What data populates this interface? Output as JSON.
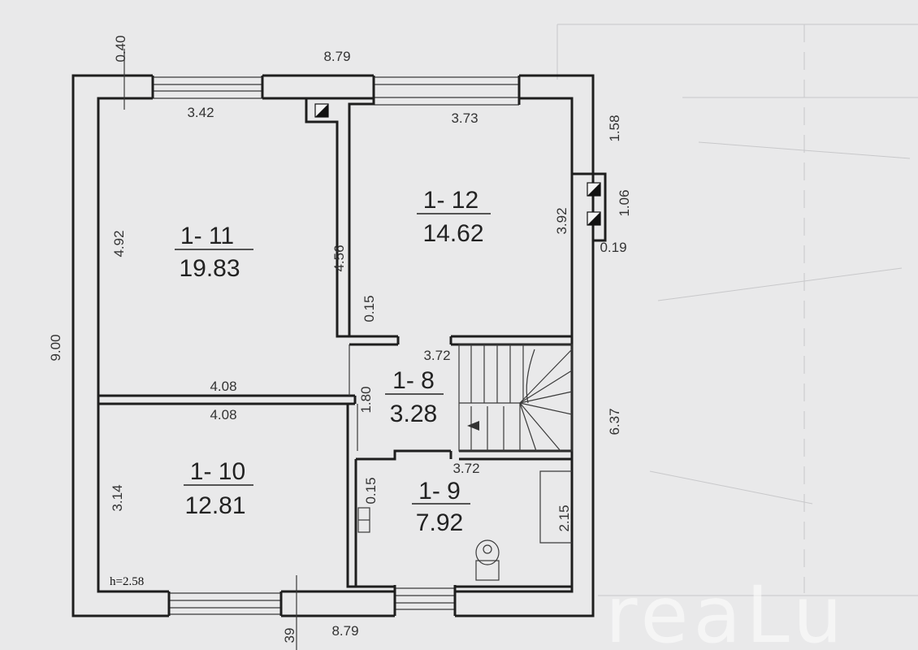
{
  "dimensions": {
    "top_total": "8.79",
    "bottom_total": "8.79",
    "left_total": "9.00",
    "top_wall": "0.40",
    "bottom_wall": "39",
    "r11_width": "3.42",
    "r11_height": "4.92",
    "r11_partition": "4.56",
    "r11_bottom": "4.08",
    "r10_top": "4.08",
    "r10_height": "3.14",
    "r12_width": "3.73",
    "r12_height": "3.92",
    "r12_wall": "0.15",
    "right_upper": "1.58",
    "right_mid": "1.06",
    "right_small": "0.19",
    "right_lower": "6.37",
    "hall_top": "3.72",
    "hall_height": "1.80",
    "r9_top": "3.72",
    "r9_wall": "0.15",
    "r9_height": "2.15"
  },
  "rooms": {
    "r11": {
      "number": "1- 11",
      "area": "19.83"
    },
    "r12": {
      "number": "1- 12",
      "area": "14.62"
    },
    "r10": {
      "number": "1- 10",
      "area": "12.81"
    },
    "r8": {
      "number": "1- 8",
      "area": "3.28"
    },
    "r9": {
      "number": "1- 9",
      "area": "7.92"
    }
  },
  "ceiling_height": "h=2.58",
  "watermark": "reaLu",
  "icons": [
    "ventilation-duct-icon",
    "toilet-icon",
    "sink-icon",
    "staircase"
  ]
}
